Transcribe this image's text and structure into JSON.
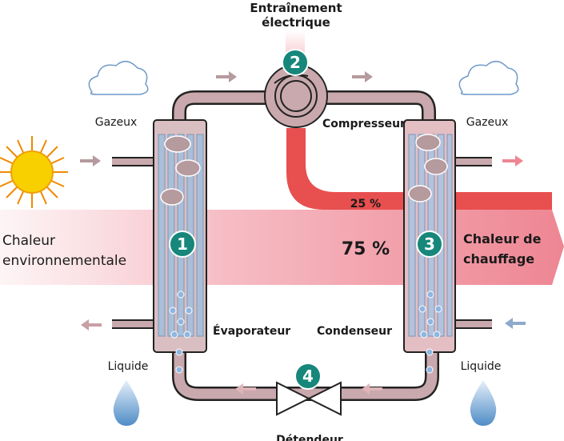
{
  "labels": {
    "power_input": "Entraînement",
    "power_input_line2": "électrique",
    "compressor": "Compresseur",
    "gas_left": "Gazeux",
    "gas_right": "Gazeux",
    "env_heat_line1": "Chaleur",
    "env_heat_line2": "environnementale",
    "heating_line1": "Chaleur de",
    "heating_line2": "chauffage",
    "evaporator": "Évaporateur",
    "condenser": "Condenseur",
    "liquid_left": "Liquide",
    "liquid_right": "Liquide",
    "expansion_valve": "Détendeur",
    "electric_share": "25 %",
    "environment_share": "75 %"
  },
  "badges": [
    "1",
    "2",
    "3",
    "4"
  ],
  "colors": {
    "badge": "#16877a",
    "pipe": "#c9a9ad",
    "electric": "#e84f4f",
    "heat_band": "#f2a4ae",
    "sun": "#f5c400",
    "water": "#6fa3d3"
  }
}
